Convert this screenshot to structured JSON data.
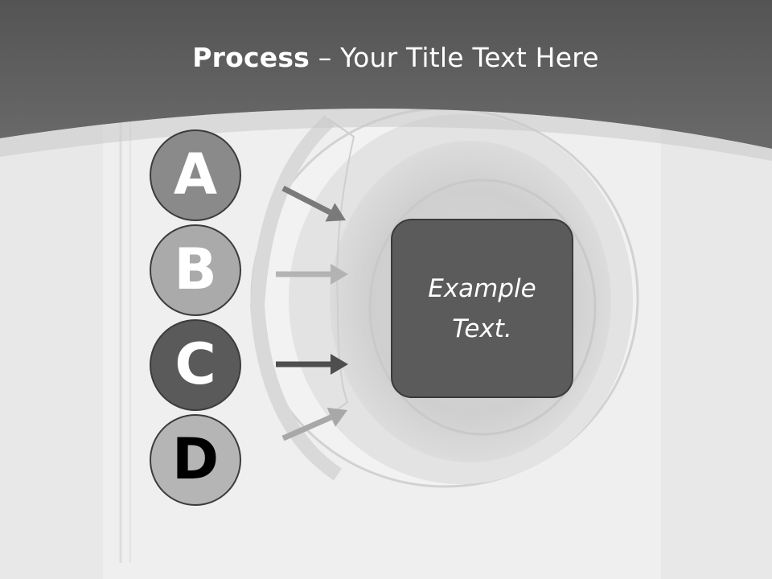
{
  "slide": {
    "title_bold": "Process",
    "title_rest": " – Your Title Text Here",
    "steps": [
      {
        "letter": "A",
        "fill": "#8a8a8a",
        "text_color": "#ffffff"
      },
      {
        "letter": "B",
        "fill": "#aaaaaa",
        "text_color": "#ffffff"
      },
      {
        "letter": "C",
        "fill": "#5a5a5a",
        "text_color": "#ffffff"
      },
      {
        "letter": "D",
        "fill": "#b5b5b5",
        "text_color": "#000000"
      }
    ],
    "center_text": "Example Text.",
    "arrow_colors": [
      "#7a7a7a",
      "#b3b3b3",
      "#4e4e4e",
      "#a8a8a8"
    ],
    "header_color": "#5f5f5f",
    "background_color": "#e9e9e9"
  }
}
